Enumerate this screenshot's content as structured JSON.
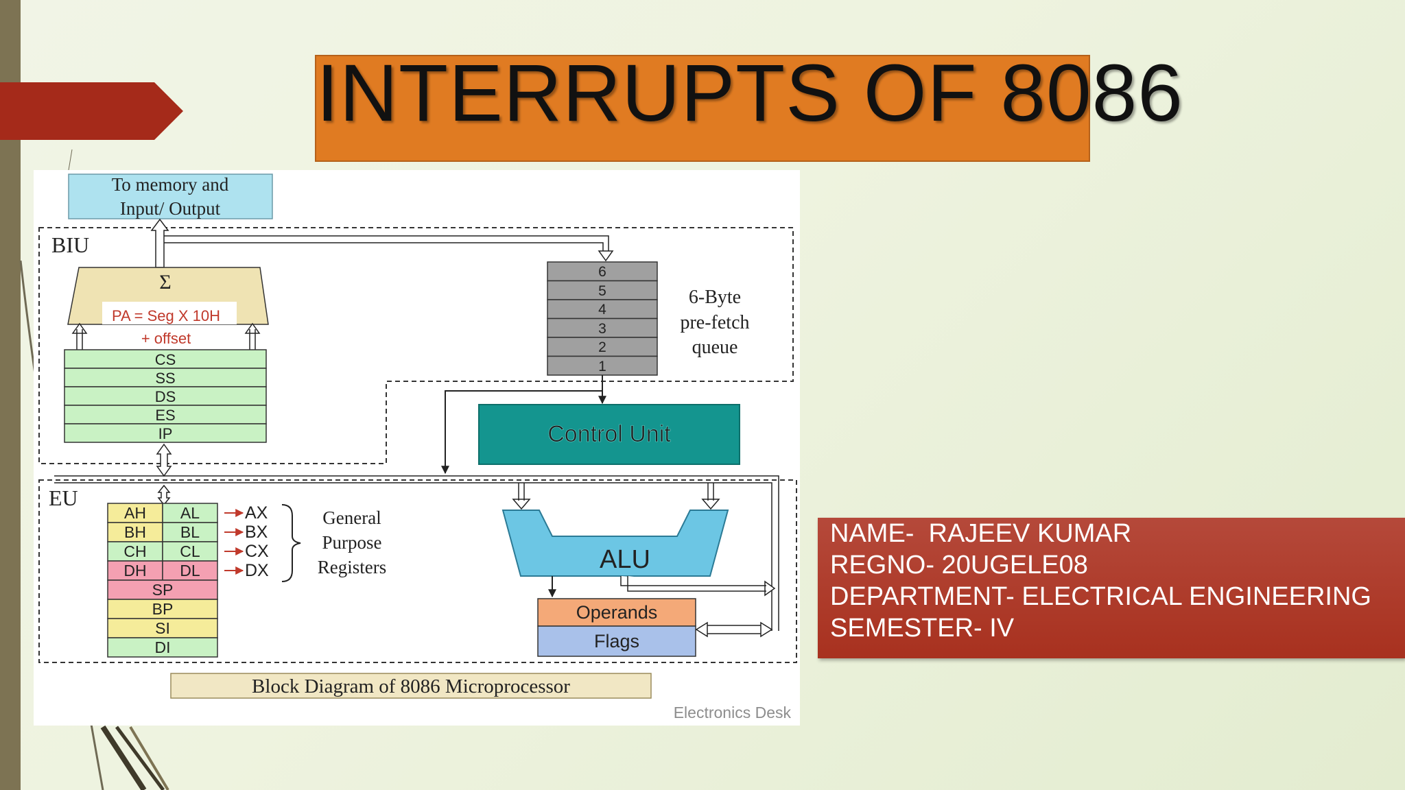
{
  "slide": {
    "title": "INTERRUPTS OF 8086",
    "info_lines": [
      "NAME-  RAJEEV KUMAR",
      "REGNO- 20UGELE08",
      "DEPARTMENT- ELECTRICAL ENGINEERING",
      "SEMESTER- IV"
    ]
  },
  "diagram": {
    "memory_io_line1": "To memory and",
    "memory_io_line2": "Input/ Output",
    "biu_label": "BIU",
    "eu_label": "EU",
    "sigma": "Σ",
    "adder_line1": "PA = Seg X 10H",
    "adder_line2": "+ offset",
    "segment_registers": [
      "CS",
      "SS",
      "DS",
      "ES",
      "IP"
    ],
    "queue_cells": [
      "6",
      "5",
      "4",
      "3",
      "2",
      "1"
    ],
    "queue_label": [
      "6-Byte",
      "pre-fetch",
      "queue"
    ],
    "control_unit": "Control Unit",
    "gp_rows": [
      {
        "high": "AH",
        "low": "AL",
        "pair": "AX"
      },
      {
        "high": "BH",
        "low": "BL",
        "pair": "BX"
      },
      {
        "high": "CH",
        "low": "CL",
        "pair": "CX"
      },
      {
        "high": "DH",
        "low": "DL",
        "pair": "DX"
      }
    ],
    "pointer_registers": [
      "SP",
      "BP",
      "SI",
      "DI"
    ],
    "gp_label": [
      "General",
      "Purpose",
      "Registers"
    ],
    "alu": "ALU",
    "operands": "Operands",
    "flags": "Flags",
    "caption": "Block Diagram of 8086 Microprocessor",
    "watermark": "Electronics Desk"
  },
  "colors": {
    "title_bg": "#e07b22",
    "arrow_red": "#a52a1a",
    "info_bg": "#a8311f",
    "control_unit": "#14958f",
    "alu": "#6cc6e4",
    "segment_green": "#c9f2c4",
    "queue_gray": "#a0a0a0"
  }
}
